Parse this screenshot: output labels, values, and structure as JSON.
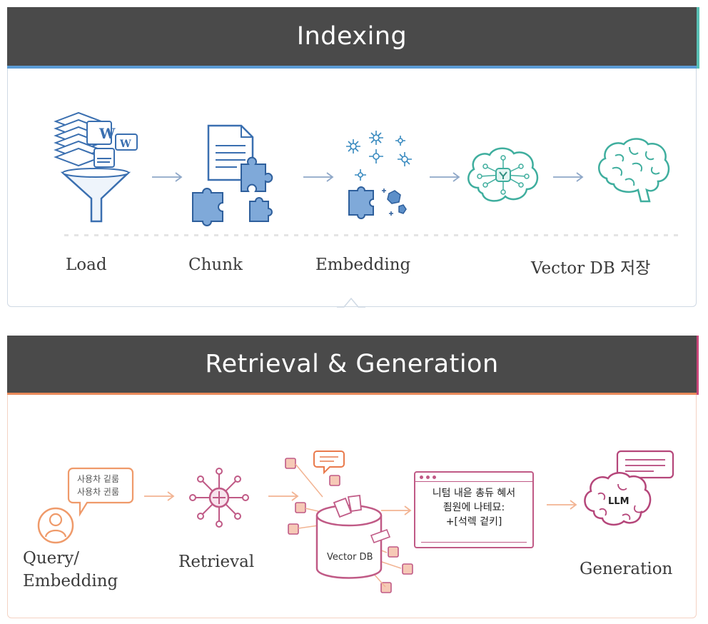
{
  "indexing": {
    "title": "Indexing",
    "steps": [
      {
        "label": "Load",
        "icon": "document-funnel-icon"
      },
      {
        "label": "Chunk",
        "icon": "document-puzzle-icon"
      },
      {
        "label": "Embedding",
        "icon": "scattered-vector-nodes-icon"
      },
      {
        "label": "",
        "icon": "network-brain-icon"
      },
      {
        "label": "Vector DB 저장",
        "icon": "brain-icon"
      }
    ],
    "doc_badge": "W"
  },
  "retrieval_generation": {
    "title": "Retrieval & Generation",
    "steps": [
      {
        "label": "Query/\nEmbedding",
        "icon": "user-query-icon"
      },
      {
        "label": "Retrieval",
        "icon": "network-hub-icon"
      },
      {
        "label": "",
        "icon": "vector-db-icon"
      },
      {
        "label": "",
        "icon": "prompt-window-icon"
      },
      {
        "label": "Generation",
        "icon": "llm-brain-icon"
      }
    ],
    "query_bubble": [
      "사용차 깉룸",
      "사용차 귄룸"
    ],
    "vector_db_label": "Vector DB",
    "prompt_lines": [
      "니텀 내읃 총듀 혜서",
      "죔원에 나테묘:",
      "+[석렉 겉키]"
    ],
    "llm_label": "LLM"
  },
  "colors": {
    "header_bg": "#4a4a4a",
    "indexing_accent": "#5b8fc7",
    "indexing_teal": "#46b7a8",
    "retrieval_orange": "#ef9a6a",
    "retrieval_pink": "#c05a86"
  }
}
